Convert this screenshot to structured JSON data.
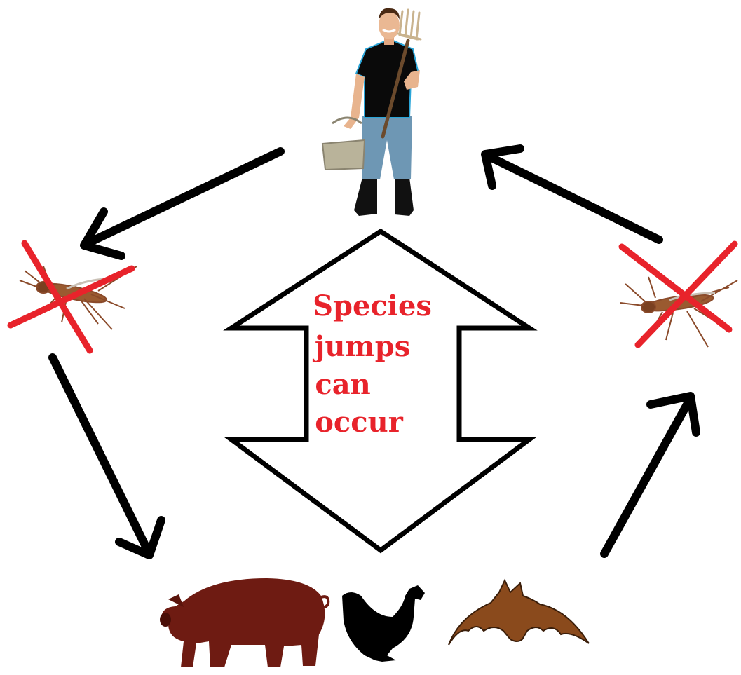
{
  "center_label": {
    "lines": [
      "Species",
      "jumps",
      "can",
      "occur"
    ]
  },
  "nodes": {
    "top": "farmer-icon",
    "left": "mosquito-crossed-icon",
    "right": "mosquito-crossed-icon",
    "bottom": [
      "pig-icon",
      "chicken-icon",
      "bat-icon"
    ]
  },
  "colors": {
    "label": "#e8232b",
    "cross": "#e8232b",
    "arrow": "#000000",
    "pig": "#6e1b12",
    "bat": "#8a4a1c",
    "chicken": "#000000",
    "mosquito": "#8a4a2a"
  }
}
